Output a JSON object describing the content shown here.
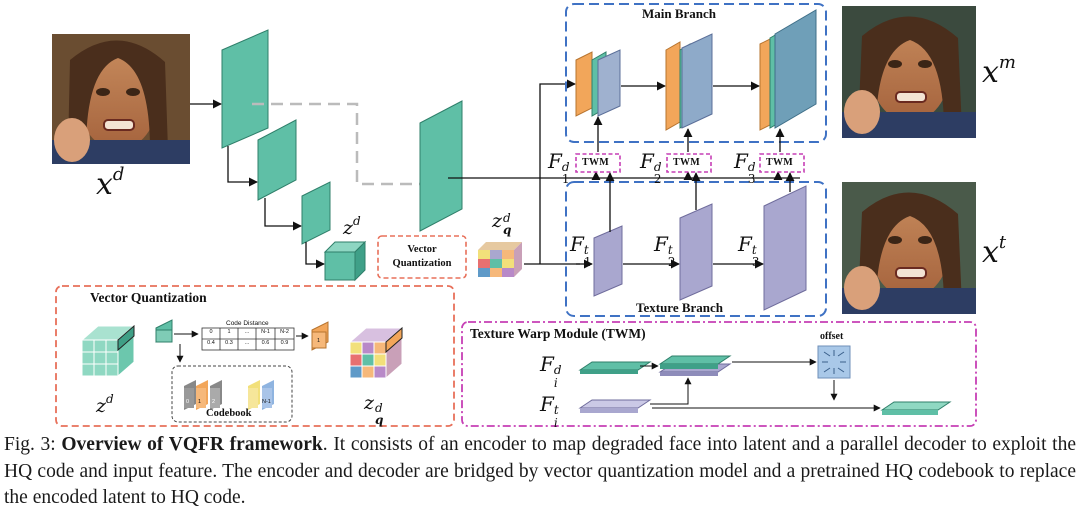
{
  "labels": {
    "x_d": "x",
    "x_d_sup": "d",
    "x_m": "x",
    "x_m_sup": "m",
    "x_t": "x",
    "x_t_sup": "t",
    "z_d_top": "z",
    "z_d_top_sup": "d",
    "z_q_top": "z",
    "z_q_top_sup": "d",
    "z_q_top_sub": "q",
    "vq_box": "Vector Quantization",
    "main_branch": "Main Branch",
    "texture_branch": "Texture Branch",
    "twm": "TWM",
    "F": "F",
    "F1d_sup": "d",
    "F1d_sub": "1",
    "F2d_sup": "d",
    "F2d_sub": "2",
    "F3d_sup": "d",
    "F3d_sub": "3",
    "F1t_sup": "t",
    "F1t_sub": "1",
    "F2t_sup": "t",
    "F2t_sub": "2",
    "F3t_sup": "t",
    "F3t_sub": "3"
  },
  "vq_panel": {
    "title": "Vector Quantization",
    "code_distance": "Code Distance",
    "dist_header": [
      "0",
      "1",
      "...",
      "N-1",
      "N-2"
    ],
    "dist_values": [
      "0.4",
      "0.3",
      "...",
      "0.6",
      "0.9"
    ],
    "codebook": "Codebook",
    "code_nums": [
      "0",
      "1",
      "2",
      "N-1"
    ],
    "z_d": "z",
    "z_d_sup": "d",
    "z_q": "z",
    "z_q_sup": "d",
    "z_q_sub": "q",
    "selected_code": "1"
  },
  "twm_panel": {
    "title": "Texture Warp Module (TWM)",
    "offset": "offset",
    "F_i_d": "F",
    "F_i_d_sup": "d",
    "F_i_d_sub": "i",
    "F_i_t": "F",
    "F_i_t_sup": "t",
    "F_i_t_sub": "i"
  },
  "caption": {
    "prefix": "Fig. 3: ",
    "bold": "Overview of VQFR framework",
    "rest": ". It consists of an encoder to map degraded face into latent and a parallel decoder to exploit the HQ code and input feature. The encoder and decoder are bridged by vector quantization model and a pretrained HQ codebook to replace the encoded latent to HQ code."
  },
  "colors": {
    "teal": "#5fbfa6",
    "teal_dark": "#2f8f78",
    "lavender": "#a9a7cf",
    "lavender_dark": "#7b78ad",
    "orange": "#f2a65a",
    "blue_dash": "#3f72c4",
    "red_dash": "#e8705a",
    "magenta_dash": "#c63fb5"
  }
}
